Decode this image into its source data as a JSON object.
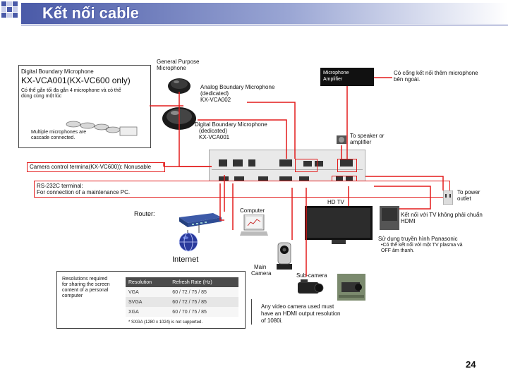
{
  "title": "Kết nối cable",
  "page_number": "24",
  "labels": {
    "general_purpose_mic": [
      "General Purpose",
      "Microphone"
    ],
    "digital_boundary_mic": "Digital Boundary Microphone",
    "kx_vca001_model": "KX-VCA001(KX-VC600 only)",
    "connect_up_to_4": [
      "Có thể gắn tối đa gắn 4 microphone và có thể",
      "dùng cùng một lúc"
    ],
    "cascade": [
      "Multiple microphones are",
      "cascade connected."
    ],
    "analog_mic": [
      "Analog Boundary Microphone",
      "(dedicated)",
      "KX-VCA002"
    ],
    "digital_mic_dedicated": [
      "Digital Boundary Microphone",
      "(dedicated)",
      "KX-VCA001"
    ],
    "mic_amplifier": [
      "Microphone",
      "Amplifier"
    ],
    "extra_mic_port": [
      "Có cổng kết nối thêm microphone",
      "bên ngoài."
    ],
    "to_speaker": [
      "To speaker or",
      "amplifier"
    ],
    "camera_control": "Camera control termina(KX-VC600)): Nonusable",
    "rs232c": [
      "RS-232C terminal:",
      "For connection of a maintenance PC."
    ],
    "to_power": [
      "To power",
      "outlet"
    ],
    "hd_tv": "HD TV",
    "router": "Router:",
    "computer": "Computer",
    "tv_no_hdmi": [
      "Kết nối với TV không phải chuẩn",
      "HDMI"
    ],
    "panasonic_tv": "Sử dụng truyền hình Panasonic",
    "panasonic_tv_note": [
      "•Có thể kết nối với một TV plasma và",
      "OFF âm thanh."
    ],
    "internet": "Internet",
    "main_camera": [
      "Main",
      "Camera"
    ],
    "sub_camera": "Sub-camera",
    "resolutions_required": [
      "Resolutions required",
      "for sharing the screen",
      "content of a personal",
      "computer"
    ],
    "video_camera_note": [
      "Any video camera used must",
      "have an HDMI output resolution",
      "of 1080i."
    ],
    "sxga_note": "* SXGA (1280 x 1024) is not supported."
  },
  "resolution_table": {
    "headers": [
      "Resolution",
      "Refresh Rate (Hz)"
    ],
    "rows": [
      [
        "VGA",
        "60 / 72 / 75 / 85"
      ],
      [
        "SVGA",
        "60 / 72 / 75 / 85"
      ],
      [
        "XGA",
        "60 / 70 / 75 / 85"
      ]
    ]
  },
  "colors": {
    "accent_line": "#e31b1b",
    "title_bar": "#4a5aa8"
  },
  "icons": [
    "microphone-icon",
    "router-icon",
    "globe-icon",
    "laptop-icon",
    "tv-icon",
    "camera-icon",
    "speaker-icon",
    "power-outlet-icon"
  ]
}
